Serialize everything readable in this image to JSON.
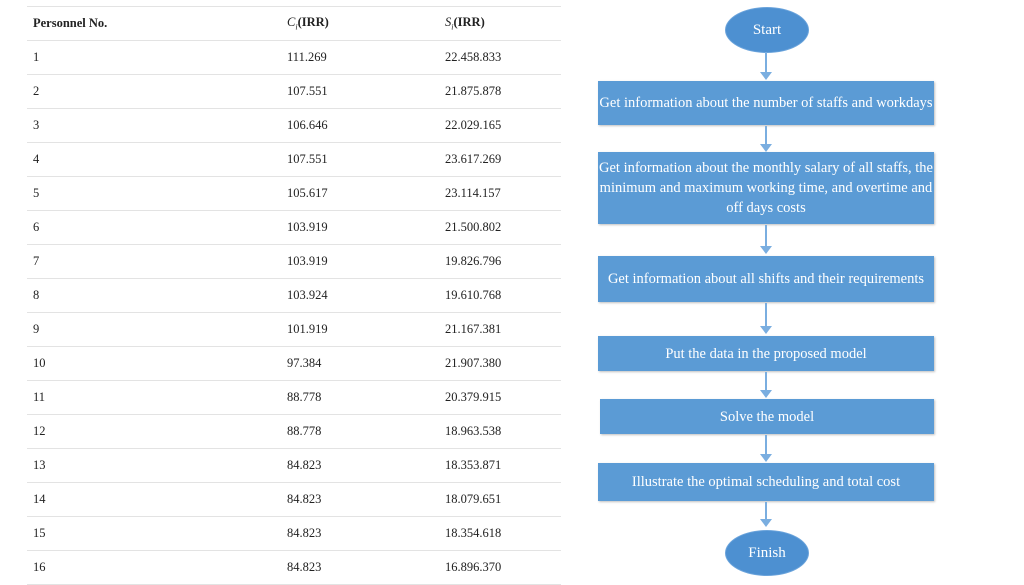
{
  "table": {
    "headers": [
      "Personnel No.",
      "C",
      "i",
      "(IRR)",
      "S",
      "i",
      "(IRR)"
    ],
    "rows": [
      [
        "1",
        "111.269",
        "22.458.833"
      ],
      [
        "2",
        "107.551",
        "21.875.878"
      ],
      [
        "3",
        "106.646",
        "22.029.165"
      ],
      [
        "4",
        "107.551",
        "23.617.269"
      ],
      [
        "5",
        "105.617",
        "23.114.157"
      ],
      [
        "6",
        "103.919",
        "21.500.802"
      ],
      [
        "7",
        "103.919",
        "19.826.796"
      ],
      [
        "8",
        "103.924",
        "19.610.768"
      ],
      [
        "9",
        "101.919",
        "21.167.381"
      ],
      [
        "10",
        "97.384",
        "21.907.380"
      ],
      [
        "11",
        "88.778",
        "20.379.915"
      ],
      [
        "12",
        "88.778",
        "18.963.538"
      ],
      [
        "13",
        "84.823",
        "18.353.871"
      ],
      [
        "14",
        "84.823",
        "18.079.651"
      ],
      [
        "15",
        "84.823",
        "18.354.618"
      ],
      [
        "16",
        "84.823",
        "16.896.370"
      ]
    ]
  },
  "flowchart": {
    "start": "Start",
    "steps": [
      "Get information about the number of staffs and workdays",
      "Get information about the monthly salary of all staffs, the minimum and maximum working time, and overtime and off days costs",
      "Get information about all shifts and their requirements",
      "Put the data in the proposed model",
      "Solve the model",
      "Illustrate the optimal scheduling and total cost"
    ],
    "end": "Finish",
    "colors": {
      "node": "#5b9bd5",
      "terminal": "#4d90d1",
      "arrow": "#7aaee0"
    }
  }
}
